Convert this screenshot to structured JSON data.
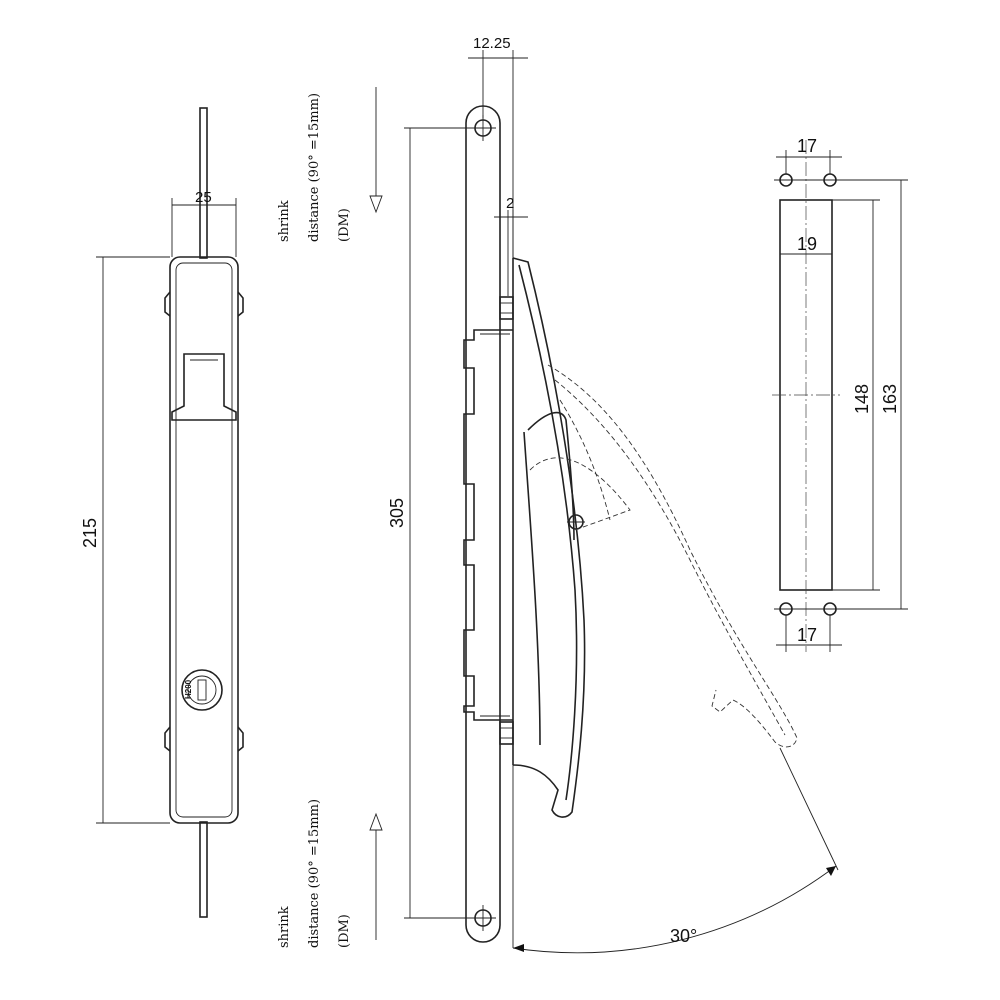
{
  "dimensions": {
    "front_width": "25",
    "front_height": "215",
    "side_plate_width": "12.25",
    "side_offset": "2",
    "side_length": "305",
    "angle": "30°",
    "cutout_hole_spacing_top": "17",
    "cutout_hole_spacing_bottom": "17",
    "cutout_width": "19",
    "cutout_height": "148",
    "cutout_hole_pitch": "163"
  },
  "lock_label": "H200",
  "notes": {
    "top": {
      "line1": "shrink",
      "line2": "distance (90° =15mm)",
      "line3": "(DM)"
    },
    "bottom": {
      "line1": "shrink",
      "line2": "distance (90° =15mm)",
      "line3": "(DM)"
    }
  }
}
